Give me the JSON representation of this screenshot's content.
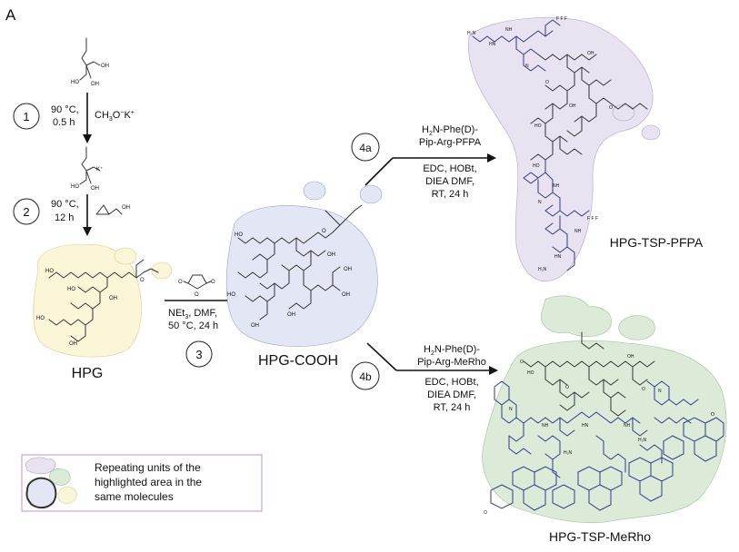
{
  "panel_label": "A",
  "steps": {
    "s1": {
      "num": "1",
      "temp": "90 °C,",
      "time": "0.5 h",
      "reagent_main": "CH",
      "reagent_sub1": "3",
      "reagent_mid": "O",
      "reagent_sup1": "−",
      "reagent_k": "K",
      "reagent_sup2": "+"
    },
    "s2": {
      "num": "2",
      "temp": "90 °C,",
      "time": "12 h"
    },
    "s3": {
      "num": "3",
      "l1_main": "NEt",
      "l1_sub": "3",
      "l1_rest": ", DMF,",
      "l2": "50 °C, 24 h"
    },
    "s4a": {
      "num": "4a",
      "l1_pre": "H",
      "l1_sub": "2",
      "l1_post": "N-Phe(D)-",
      "l2": "Pip-Arg-PFPA",
      "l3": "EDC, HOBt,",
      "l4": "DIEA DMF,",
      "l5": "RT, 24 h"
    },
    "s4b": {
      "num": "4b",
      "l1_pre": "H",
      "l1_sub": "2",
      "l1_post": "N-Phe(D)-",
      "l2": "Pip-Arg-MeRho",
      "l3": "EDC, HOBt,",
      "l4": "DIEA DMF,",
      "l5": "RT, 24 h"
    }
  },
  "atom_labels": {
    "oh": "OH",
    "ho": "HO",
    "o": "O",
    "ok": "O",
    "kplus": "K⁺",
    "nh": "NH",
    "hn": "HN",
    "n": "N",
    "cf3": "F F F",
    "h2n": "H₂N"
  },
  "products": {
    "hpg": "HPG",
    "hpg_cooh": "HPG-COOH",
    "pfpa": "HPG-TSP-PFPA",
    "merho": "HPG-TSP-MeRho"
  },
  "legend": {
    "l1": "Repeating units of the",
    "l2": "highlighted area in the",
    "l3": "same molecules"
  },
  "colors": {
    "hpg_blob": "#fbf6d8",
    "cooh_blob": "#e3e6f4",
    "pfpa_blob": "#e9e2f0",
    "merho_blob": "#dcebd8",
    "legend_border": "#c98fc8",
    "peptide": "#2e3a8c"
  }
}
